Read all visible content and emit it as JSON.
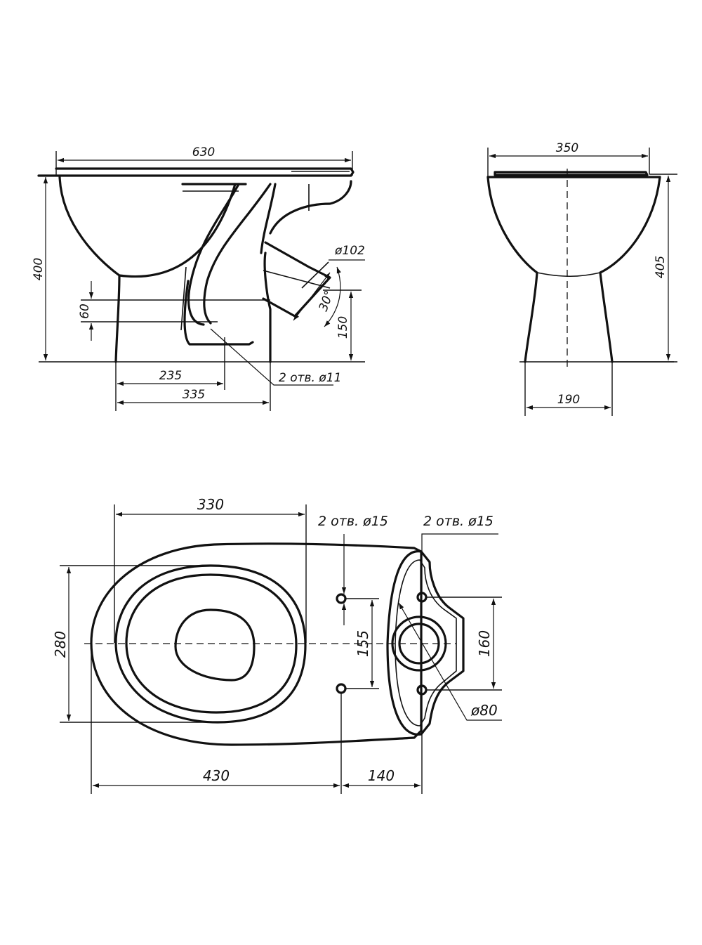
{
  "side_view": {
    "dims": {
      "overall_length": "630",
      "height": "400",
      "inlet_height": "60",
      "to_bolt": "235",
      "base_length": "335",
      "outlet_height": "150",
      "outlet_diameter": "ø102",
      "outlet_angle": "30°",
      "bolt_holes": "2 отв. ø11"
    }
  },
  "front_view": {
    "dims": {
      "width": "350",
      "height": "405",
      "base_width": "190"
    }
  },
  "top_view": {
    "dims": {
      "bowl_length": "330",
      "width": "280",
      "floor_holes": "2 отв. ø15",
      "floor_holes_spacing": "155",
      "tank_holes": "2 отв. ø15",
      "tank_holes_spacing": "160",
      "inlet_diameter": "ø80",
      "to_holes": "430",
      "between_holes": "140"
    }
  }
}
